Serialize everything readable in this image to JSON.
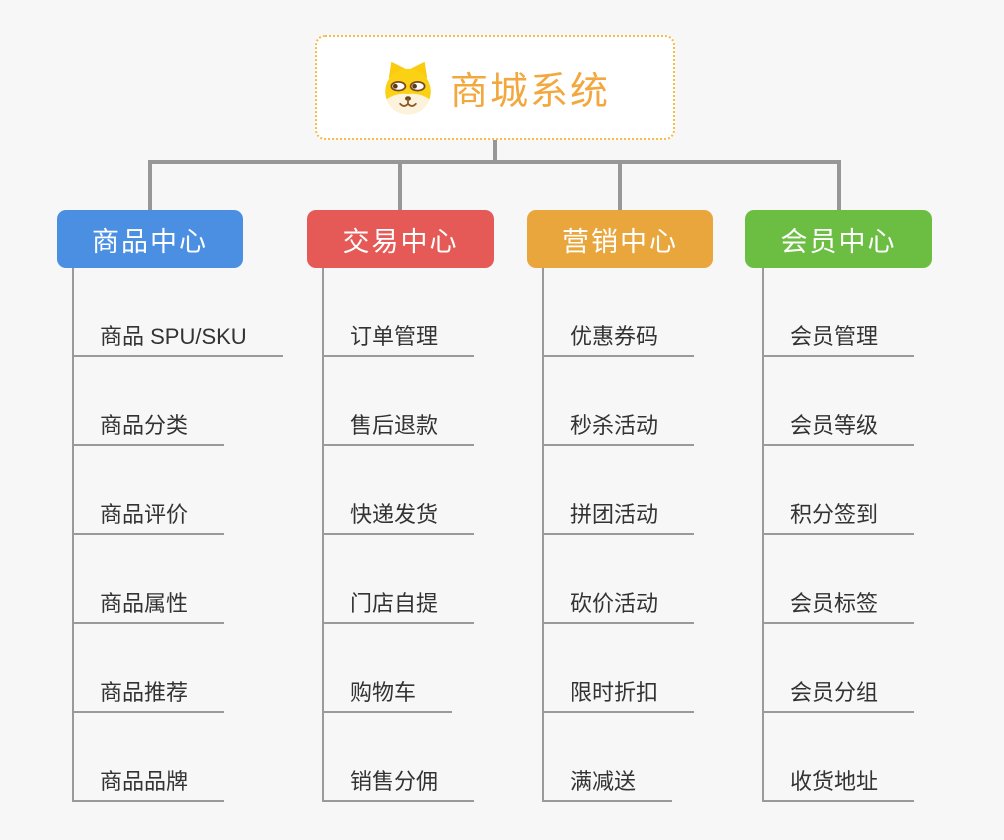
{
  "colors": {
    "background": "#f7f7f8",
    "connector": "#979797",
    "underline": "#9a9a9a",
    "leaf_text": "#333333",
    "root_text": "#f2a83e",
    "root_border": "#f5bc4a",
    "branch_product": "#4a8fe2",
    "branch_trade": "#e55a57",
    "branch_marketing": "#e9a63c",
    "branch_member": "#6cbe43"
  },
  "root": {
    "label": "商城系统",
    "icon": "shiba-dog-icon"
  },
  "branches": [
    {
      "label": "商品中心",
      "color": "#4a8fe2",
      "items": [
        "商品 SPU/SKU",
        "商品分类",
        "商品评价",
        "商品属性",
        "商品推荐",
        "商品品牌"
      ]
    },
    {
      "label": "交易中心",
      "color": "#e55a57",
      "items": [
        "订单管理",
        "售后退款",
        "快递发货",
        "门店自提",
        "购物车",
        "销售分佣"
      ]
    },
    {
      "label": "营销中心",
      "color": "#e9a63c",
      "items": [
        "优惠券码",
        "秒杀活动",
        "拼团活动",
        "砍价活动",
        "限时折扣",
        "满减送"
      ]
    },
    {
      "label": "会员中心",
      "color": "#6cbe43",
      "items": [
        "会员管理",
        "会员等级",
        "积分签到",
        "会员标签",
        "会员分组",
        "收货地址"
      ]
    }
  ]
}
